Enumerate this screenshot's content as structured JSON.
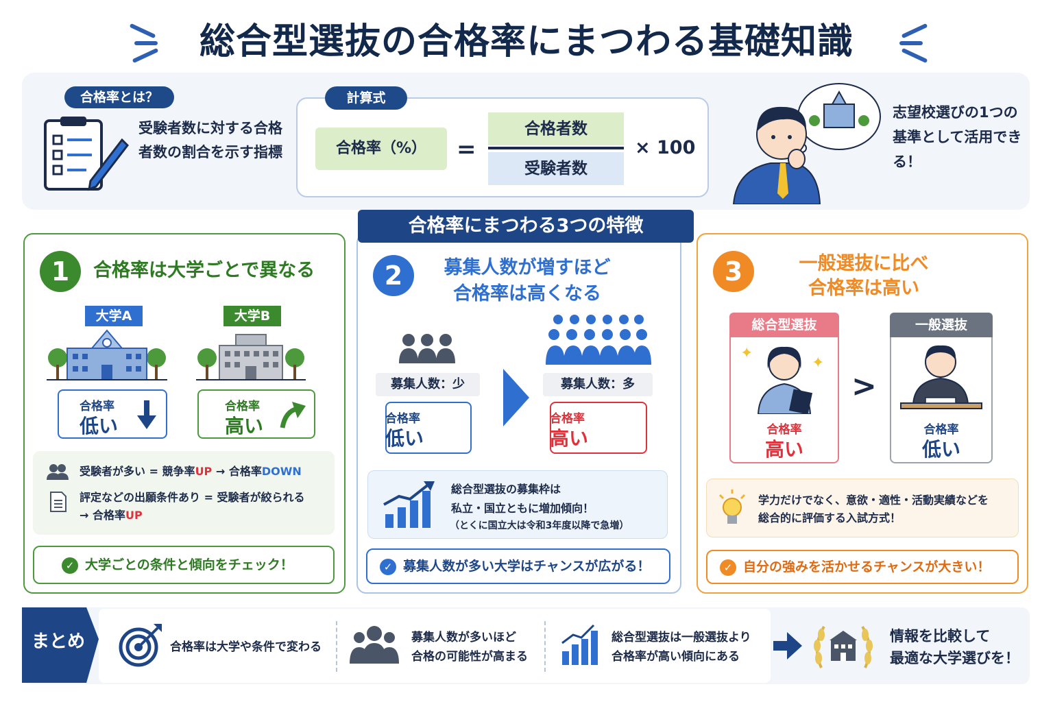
{
  "header": {
    "title": "総合型選抜の合格率にまつわる基礎知識"
  },
  "definition": {
    "pill": "合格率とは？",
    "text": "受験者数に対する合格者数の割合を示す指標"
  },
  "formula": {
    "pill": "計算式",
    "left": "合格率（%）",
    "eq": "=",
    "numerator": "合格者数",
    "denominator": "受験者数",
    "multiplier": "× 100"
  },
  "side_note": "志望校選びの1つの基準として活用できる！",
  "features": {
    "header": "合格率にまつわる3つの特徴",
    "card1": {
      "num": "1",
      "title": "合格率は大学ごとで異なる",
      "univ_a": "大学A",
      "univ_b": "大学B",
      "a_rate_label": "合格率",
      "a_rate_value": "低い",
      "b_rate_label": "合格率",
      "b_rate_value": "高い",
      "note1_a": "受験者が多い = 競争率",
      "note1_up": "UP",
      "note1_arrow": " → 合格率",
      "note1_down": "DOWN",
      "note2_a": "評定などの出願条件あり = 受験者が絞られる",
      "note2_b": "→ 合格率",
      "note2_up": "UP",
      "check": "大学ごとの条件と傾向をチェック！"
    },
    "card2": {
      "num": "2",
      "title_line1": "募集人数が増すほど",
      "title_line2": "合格率は高くなる",
      "few_label": "募集人数：少",
      "many_label": "募集人数：多",
      "few_rate_label": "合格率",
      "few_rate_value": "低い",
      "many_rate_label": "合格率",
      "many_rate_value": "高い",
      "note_line1": "総合型選抜の募集枠は",
      "note_line2": "私立・国立ともに増加傾向！",
      "note_line3": "（とくに国立大は令和3年度以降で急増）",
      "check": "募集人数が多い大学はチャンスが広がる！"
    },
    "card3": {
      "num": "3",
      "title_line1": "一般選抜に比べ",
      "title_line2": "合格率は高い",
      "left_tag": "総合型選抜",
      "right_tag": "一般選抜",
      "left_rate_label": "合格率",
      "left_rate_value": "高い",
      "right_rate_label": "合格率",
      "right_rate_value": "低い",
      "compare": ">",
      "note_line1": "学力だけでなく、意欲・適性・活動実績などを",
      "note_line2": "総合的に評価する入試方式！",
      "check": "自分の強みを活かせるチャンスが大きい！"
    }
  },
  "summary": {
    "tag": "まとめ",
    "item1": "合格率は大学や条件で変わる",
    "item2_line1": "募集人数が多いほど",
    "item2_line2": "合格の可能性が高まる",
    "item3_line1": "総合型選抜は一般選抜より",
    "item3_line2": "合格率が高い傾向にある",
    "final_line1": "情報を比較して",
    "final_line2": "最適な大学選びを！"
  },
  "colors": {
    "navy": "#1e4686",
    "green": "#4c9a3c",
    "blue": "#3b78c4",
    "orange": "#f08a24",
    "red": "#e0313b"
  }
}
